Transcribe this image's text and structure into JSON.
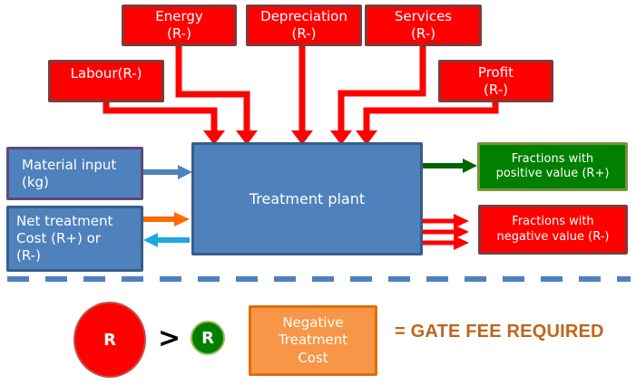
{
  "inputs_top": [
    {
      "id": "energy",
      "label": "Energy",
      "sign": "(R-)"
    },
    {
      "id": "depreciation",
      "label": "Depreciation",
      "sign": "(R-)"
    },
    {
      "id": "services",
      "label": "Services",
      "sign": "(R-)"
    },
    {
      "id": "labour",
      "label": "Labour(R-)"
    },
    {
      "id": "profit",
      "label": "Profit",
      "sign": "(R-)"
    }
  ],
  "center": {
    "label": "Treatment plant"
  },
  "left": {
    "material_line1": "Material input",
    "material_line2": "(kg)",
    "net_line1": "Net treatment",
    "net_line2": "Cost (R+) or",
    "net_line3": "(R-)"
  },
  "outputs": {
    "positive_line1": "Fractions with",
    "positive_line2": "positive value (R+)",
    "negative_line1": "Fractions with",
    "negative_line2": "negative value (R-)"
  },
  "legend": {
    "big_r": "R",
    "greater_than": ">",
    "small_r": "R",
    "neg_line1": "Negative",
    "neg_line2": "Treatment",
    "neg_line3": "Cost",
    "gate_fee": "= GATE FEE REQUIRED"
  },
  "colors": {
    "cost_red": "#ff0000",
    "plant_blue": "#4f81bd",
    "positive_green": "#008000",
    "orange": "#f79646",
    "gate_fee_text": "#c0641e"
  }
}
